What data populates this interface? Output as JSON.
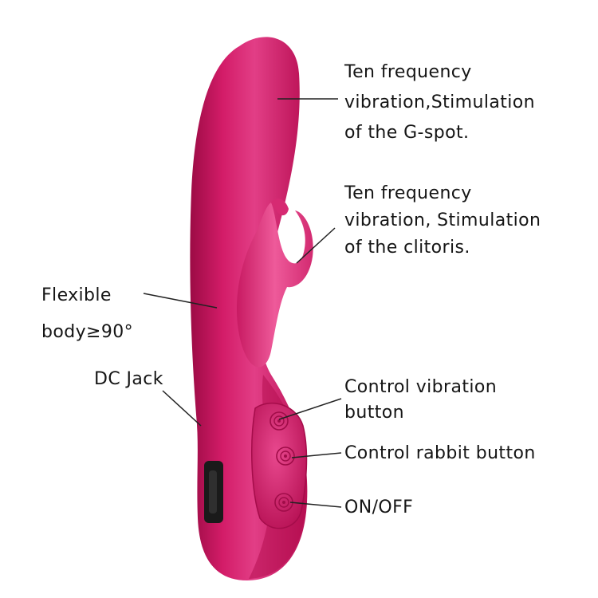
{
  "colors": {
    "body_main": "#c8145e",
    "body_light": "#e23e86",
    "body_dark": "#9c0b45",
    "rabbit": "#e0408a",
    "jack": "#1a1a1a",
    "leader_line": "#222222",
    "text": "#151515"
  },
  "icons": {
    "vibration_button": "spiral-button-icon",
    "rabbit_button": "spiral-button-icon",
    "power_button": "spiral-button-icon"
  },
  "callouts": {
    "gspot": {
      "lines": [
        "Ten frequency",
        "vibration,Stimulation",
        "of the G-spot."
      ]
    },
    "clitoris": {
      "lines": [
        "Ten frequency",
        "vibration, Stimulation",
        "of the clitoris."
      ]
    },
    "flexible": {
      "lines": [
        "Flexible",
        "body≥90°"
      ]
    },
    "dc_jack": {
      "label": "DC Jack"
    },
    "vibration_button": {
      "lines": [
        "Control vibration",
        "button"
      ]
    },
    "rabbit_button": {
      "label": "Control rabbit button"
    },
    "power_button": {
      "label": "ON/OFF"
    }
  }
}
